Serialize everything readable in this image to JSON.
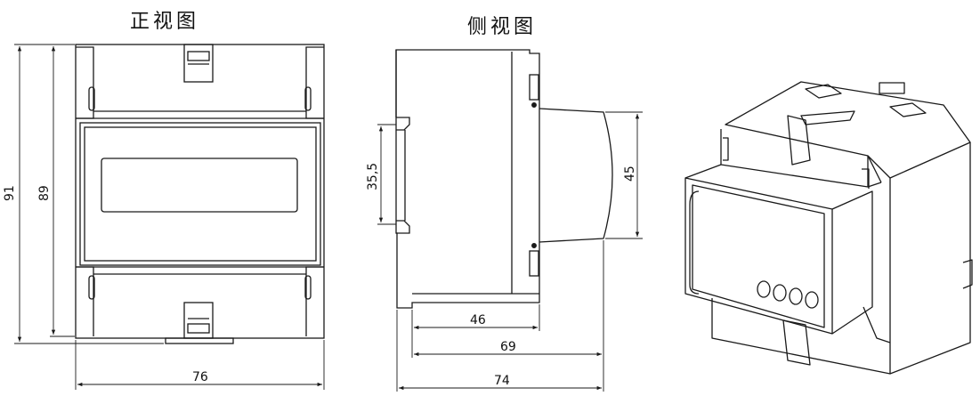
{
  "titles": {
    "front_view": "正视图",
    "side_view": "侧视图"
  },
  "dimensions": {
    "front_width": "76",
    "front_height_outer": "91",
    "front_height_inner": "89",
    "rail_height": "35,5",
    "bulge_height": "45",
    "depth_46": "46",
    "depth_69": "69",
    "depth_74": "74"
  },
  "colors": {
    "line": "#1a1a1a",
    "background": "#ffffff"
  }
}
